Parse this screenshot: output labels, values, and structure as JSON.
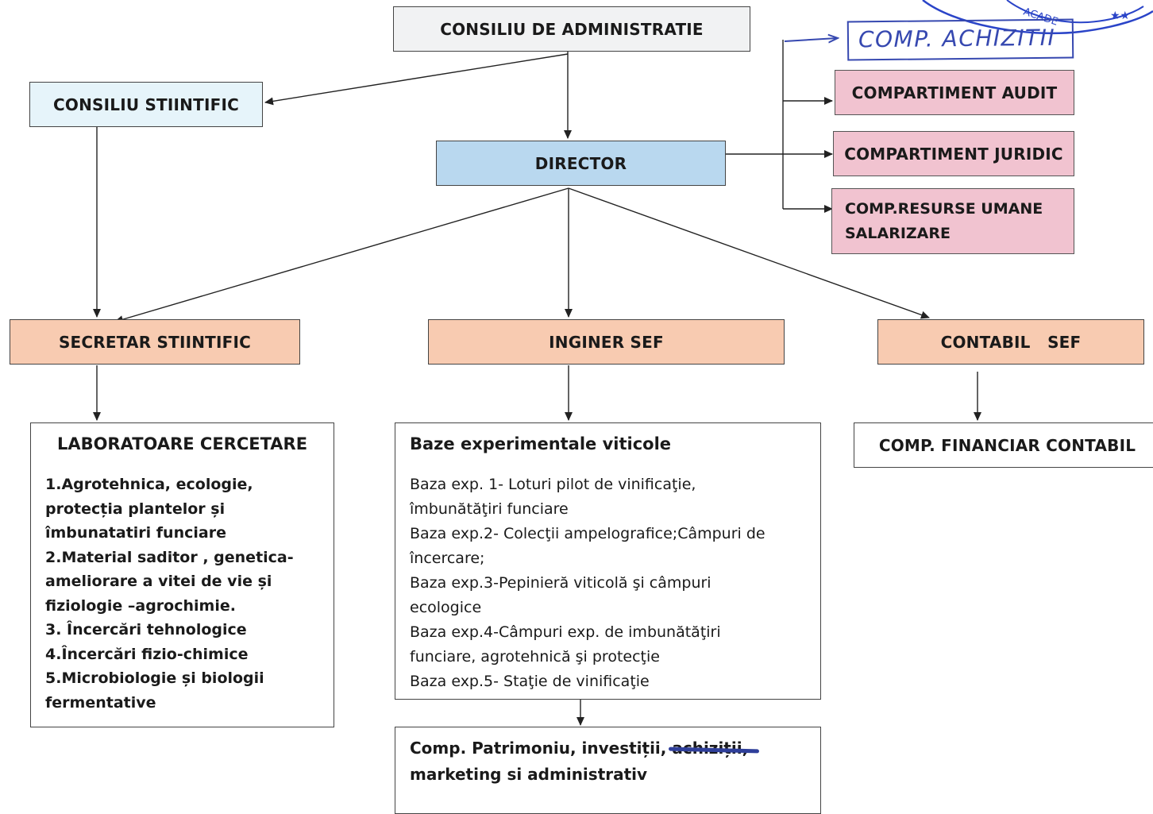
{
  "nodes": {
    "consiliu_admin": "CONSILIU DE ADMINISTRATIE",
    "consiliu_stiintific": "CONSILIU STIINTIFIC",
    "director": "DIRECTOR",
    "comp_achizitii": "COMP. ACHIZITII",
    "comp_audit": "COMPARTIMENT AUDIT",
    "comp_juridic": "COMPARTIMENT JURIDIC",
    "comp_resurse_line1": "COMP.RESURSE UMANE",
    "comp_resurse_line2": "SALARIZARE",
    "secretar": "SECRETAR STIINTIFIC",
    "inginer": "INGINER SEF",
    "contabil": "CONTABIL   SEF",
    "comp_financiar": "COMP. FINANCIAR CONTABIL"
  },
  "laboratoare": {
    "title": "LABORATOARE CERCETARE",
    "lines": [
      "1.Agrotehnica, ecologie,",
      "protecția plantelor și",
      "îmbunatatiri funciare",
      "2.Material saditor , genetica-",
      "ameliorare a vitei de vie și",
      "fiziologie –agrochimie.",
      "3. Încercări tehnologice",
      "4.Încercări fizio-chimice",
      "5.Microbiologie și biologii",
      "fermentative"
    ]
  },
  "baze": {
    "title": "Baze experimentale viticole",
    "lines": [
      "Baza exp. 1- Loturi pilot de vinificaţie,",
      "îmbunătăţiri funciare",
      "Baza exp.2- Colecţii ampelografice;Câmpuri de",
      "încercare;",
      "Baza exp.3-Pepinieră viticolă şi câmpuri",
      "ecologice",
      "Baza exp.4-Câmpuri exp. de imbunătăţiri",
      "funciare, agrotehnică  şi protecţie",
      "Baza exp.5- Staţie de vinificaţie"
    ]
  },
  "patrimoniu": {
    "text_before": "Comp. Patrimoniu, investiții, ",
    "struck": "achiziții,",
    "line2": "marketing si administrativ"
  },
  "colors": {
    "connector": "#222222",
    "handwritten": "#3648b0",
    "stamp": "#2a44c8"
  }
}
